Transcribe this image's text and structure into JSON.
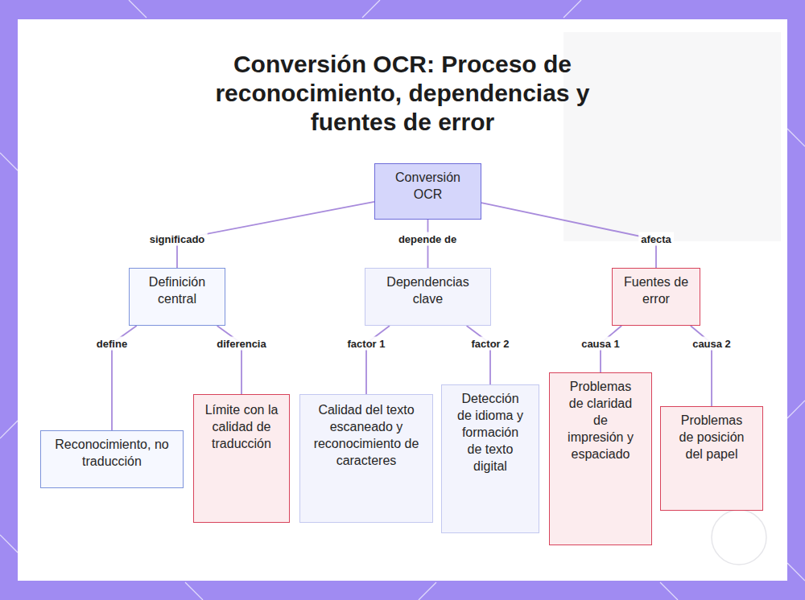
{
  "diagram": {
    "title": "Conversión OCR: Proceso de reconocimiento, dependencias y fuentes de error",
    "nodes": [
      {
        "text": [
          "Conversión OCR"
        ]
      },
      {
        "text": [
          "Definición central"
        ]
      },
      {
        "text": [
          "Dependencias clave"
        ]
      },
      {
        "text": [
          "Fuentes de error"
        ]
      },
      {
        "text": [
          "Reconocimiento, no traducción"
        ]
      },
      {
        "text": [
          "Límite con la calidad de traducción"
        ]
      },
      {
        "text": [
          "Calidad del texto escaneado y reconocimiento de caracteres"
        ]
      },
      {
        "text": [
          "Detección de idioma y formación de texto digital"
        ]
      },
      {
        "text": [
          "Problemas de claridad de impresión y espaciado"
        ]
      },
      {
        "text": [
          "Problemas de posición del papel"
        ]
      }
    ],
    "edges": [
      {
        "from": 0,
        "to": 1,
        "label": "significado",
        "arrow": "none"
      },
      {
        "from": 0,
        "to": 2,
        "label": "depende de",
        "arrow": "none"
      },
      {
        "from": 0,
        "to": 3,
        "label": "afecta",
        "arrow": "none"
      },
      {
        "from": 1,
        "to": 4,
        "label": "define",
        "arrow": "none"
      },
      {
        "from": 1,
        "to": 5,
        "label": "diferencia",
        "arrow": "none"
      },
      {
        "from": 2,
        "to": 6,
        "label": "factor 1",
        "arrow": "none"
      },
      {
        "from": 2,
        "to": 7,
        "label": "factor 2",
        "arrow": "none"
      },
      {
        "from": 3,
        "to": 8,
        "label": "causa 1",
        "arrow": "none"
      },
      {
        "from": 3,
        "to": 9,
        "label": "causa 2",
        "arrow": "none"
      }
    ]
  }
}
